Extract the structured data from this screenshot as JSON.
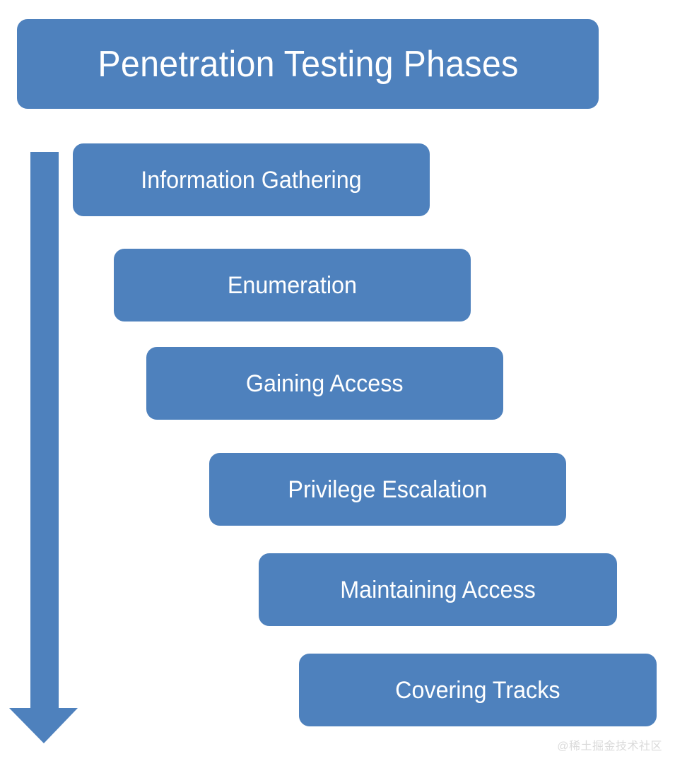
{
  "diagram": {
    "title": "Penetration Testing Phases",
    "accent_color": "#4e81bd",
    "text_color": "#ffffff",
    "background_color": "#ffffff",
    "arrow": {
      "name": "downward-flow-arrow",
      "direction": "down",
      "color": "#4e81bd"
    },
    "phases": [
      {
        "index": 1,
        "label": "Information Gathering"
      },
      {
        "index": 2,
        "label": "Enumeration"
      },
      {
        "index": 3,
        "label": "Gaining Access"
      },
      {
        "index": 4,
        "label": "Privilege Escalation"
      },
      {
        "index": 5,
        "label": "Maintaining Access"
      },
      {
        "index": 6,
        "label": "Covering Tracks"
      }
    ]
  },
  "watermark": {
    "text": "@稀土掘金技术社区",
    "color": "#dadada"
  }
}
